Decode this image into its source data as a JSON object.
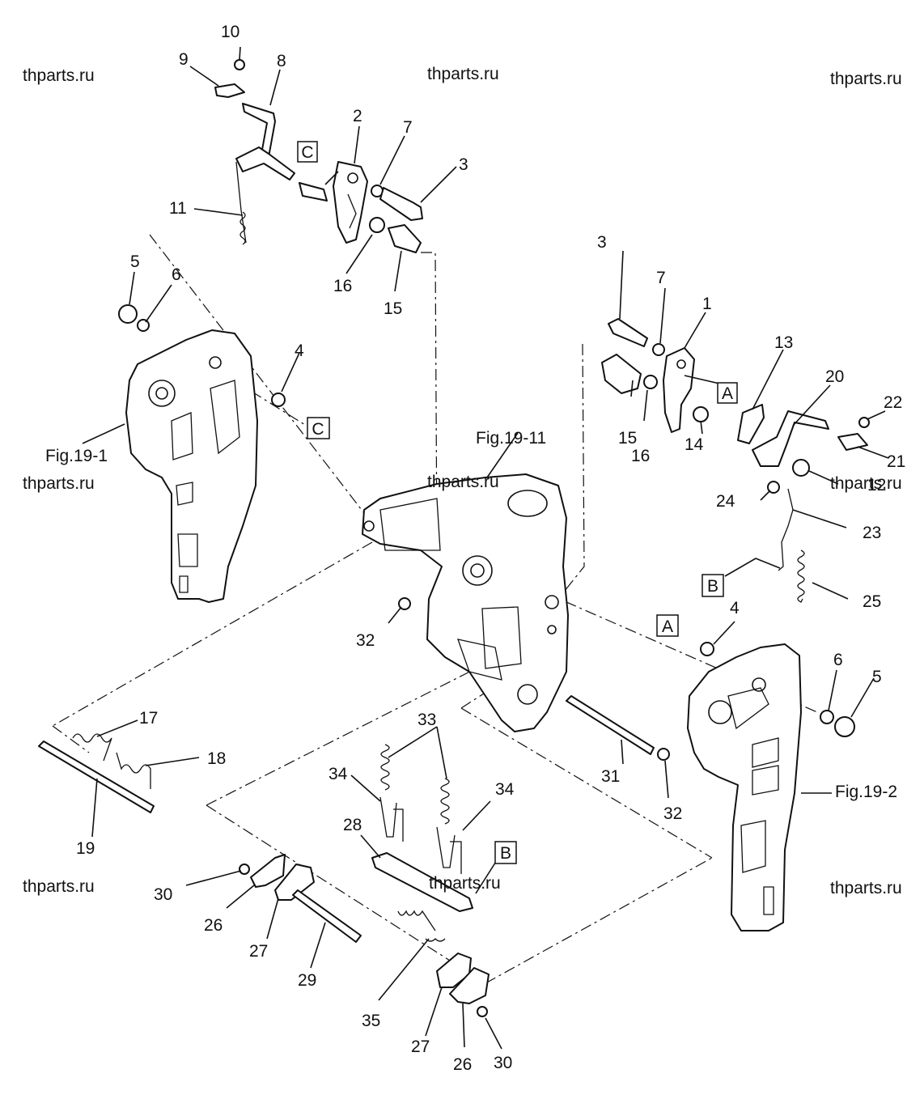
{
  "watermarks": [
    "thparts.ru",
    "thparts.ru",
    "thparts.ru",
    "thparts.ru",
    "thparts.ru",
    "thparts.ru",
    "thparts.ru",
    "thparts.ru",
    "thparts.ru"
  ],
  "figure_refs": {
    "left": "Fig.19-1",
    "center": "Fig.19-11",
    "right": "Fig.19-2"
  },
  "ref_boxes": {
    "c_top": "C",
    "c_left": "C",
    "a_right": "A",
    "a_lower": "A",
    "b_right": "B",
    "b_lower": "B"
  },
  "callouts": [
    "10",
    "9",
    "8",
    "2",
    "7",
    "3",
    "11",
    "16",
    "15",
    "5",
    "6",
    "4",
    "3",
    "7",
    "1",
    "13",
    "20",
    "22",
    "15",
    "16",
    "14",
    "21",
    "12",
    "24",
    "23",
    "25",
    "4",
    "32",
    "6",
    "5",
    "17",
    "18",
    "33",
    "34",
    "34",
    "31",
    "32",
    "19",
    "28",
    "30",
    "26",
    "27",
    "29",
    "35",
    "27",
    "26",
    "30"
  ]
}
